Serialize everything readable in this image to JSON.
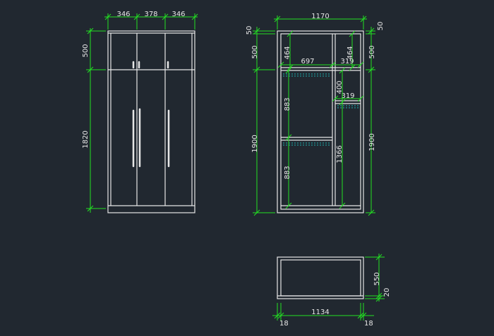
{
  "colors": {
    "background": "#212830",
    "geometry": "#e6e6e6",
    "dimension_lines": "#22e022",
    "shelf_hatch": "#20b0b0"
  },
  "front_view": {
    "widths": [
      "346",
      "378",
      "346"
    ],
    "heights": [
      "500",
      "1820"
    ]
  },
  "section_view": {
    "overall_width": "1170",
    "left_heights": [
      "50",
      "500",
      "1900"
    ],
    "right_heights": [
      "50",
      "500",
      "1900"
    ],
    "upper_compartments": [
      "464",
      "464"
    ],
    "compartment_widths": [
      "697",
      "319",
      "319"
    ],
    "shelf_gaps": [
      "883",
      "883"
    ],
    "right_drawer": [
      "400",
      "1366"
    ]
  },
  "plan_view": {
    "inner_width": "1134",
    "edge_offsets": [
      "18",
      "18"
    ],
    "depth": "550",
    "back_thickness": "20"
  }
}
